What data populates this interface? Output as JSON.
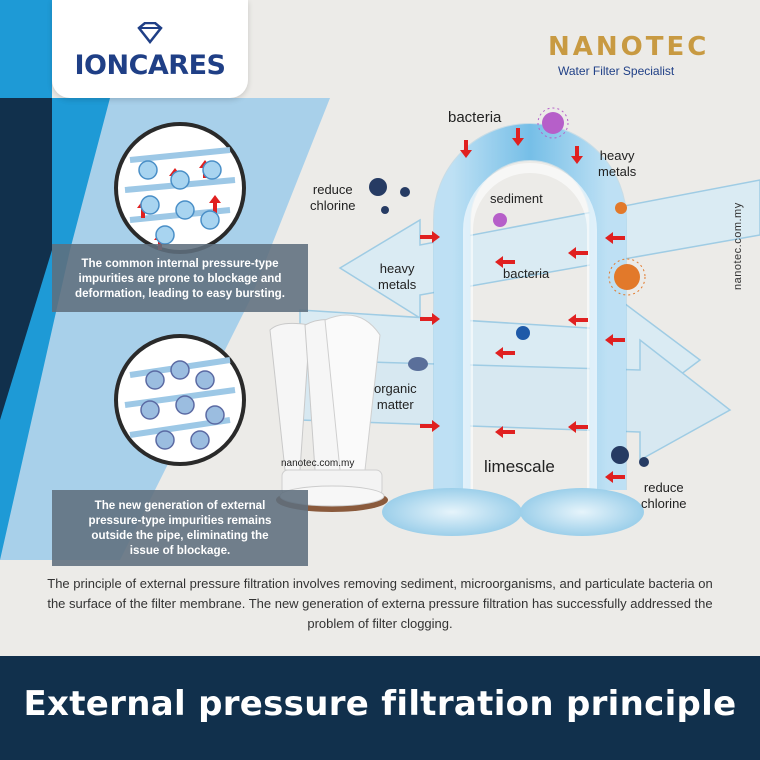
{
  "brand": {
    "logo": "IONCARES",
    "partner_name": "NANOTEC",
    "partner_tagline": "Water Filter Specialist",
    "side_url": "nanotec.com.my",
    "watermark": "nanotec.com.my"
  },
  "diagram": {
    "labels": {
      "bacteria_top": "bacteria",
      "heavy_metals_top": "heavy\nmetals",
      "reduce_chlorine_top": "reduce\nchlorine",
      "sediment": "sediment",
      "heavy_metals_left": "heavy\nmetals",
      "bacteria_mid": "bacteria",
      "organic_matter": "organic\nmatter",
      "limescale": "limescale",
      "reduce_chlorine_bottom": "reduce\nchlorine"
    },
    "notes": {
      "internal": "The common internal pressure-type\nimpurities are prone to blockage and\ndeformation, leading to easy bursting.",
      "external": "The new generation of external\npressure-type impurities remains\noutside the pipe, eliminating the\nissue of blockage."
    }
  },
  "description": "The principle of external pressure filtration involves removing sediment, microorganisms, and particulate bacteria on the surface of the filter membrane. The new generation of externa pressure filtration has successfully addressed the problem of filter clogging.",
  "footer": {
    "title": "External pressure filtration principle"
  },
  "colors": {
    "navy": "#11304c",
    "accent_blue": "#1e9ad6",
    "arrow_red": "#e02020",
    "logo_blue": "#1f3f86",
    "nanotec_gold": "#c89a42"
  }
}
